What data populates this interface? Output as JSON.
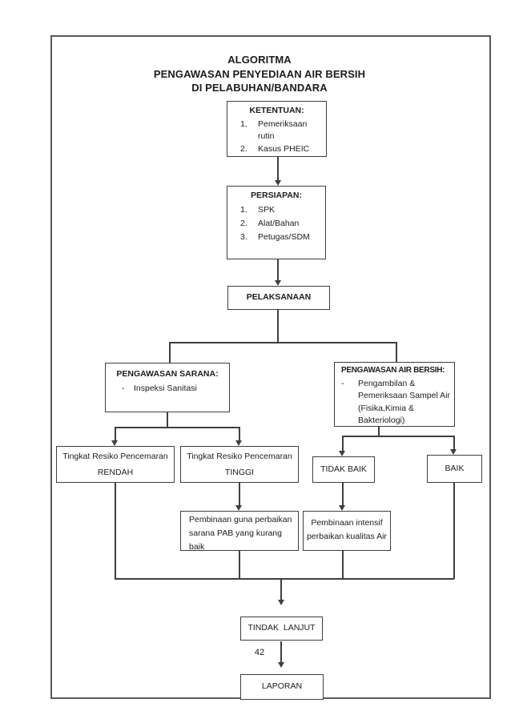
{
  "title": {
    "lines": [
      "ALGORITMA",
      "PENGAWASAN PENYEDIAAN AIR BERSIH",
      "DI PELABUHAN/BANDARA"
    ]
  },
  "page_number": "42",
  "nodes": {
    "ketentuan": {
      "heading": "KETENTUAN:",
      "items": [
        {
          "marker": "1.",
          "lines": [
            "Pemeriksaan",
            "rutin"
          ]
        },
        {
          "marker": "2.",
          "lines": [
            "Kasus PHEIC"
          ]
        }
      ]
    },
    "persiapan": {
      "heading": "PERSIAPAN:",
      "items": [
        {
          "marker": "1.",
          "lines": [
            "SPK"
          ]
        },
        {
          "marker": "2.",
          "lines": [
            "Alat/Bahan"
          ]
        },
        {
          "marker": "3.",
          "lines": [
            "Petugas/SDM"
          ]
        }
      ]
    },
    "pelaksanaan": {
      "label": "PELAKSANAAN"
    },
    "pengawasan_sarana": {
      "heading": "PENGAWASAN SARANA:",
      "items": [
        {
          "marker": "-",
          "lines": [
            "Inspeksi Sanitasi"
          ]
        }
      ]
    },
    "pengawasan_air_bersih": {
      "heading": "PENGAWASAN AIR BERSIH:",
      "items": [
        {
          "marker": "-",
          "lines": [
            "Pengambilan &",
            "Pemeriksaan Sampel Air",
            "(Fisika,Kimia &",
            "Bakteriologi)"
          ]
        }
      ]
    },
    "resiko_rendah": {
      "lines": [
        "Tingkat Resiko Pencemaran",
        "RENDAH"
      ]
    },
    "resiko_tinggi": {
      "lines": [
        "Tingkat Resiko Pencemaran",
        "TINGGI"
      ]
    },
    "tidak_baik": {
      "label": "TIDAK BAIK"
    },
    "baik": {
      "label": "BAIK"
    },
    "pembinaan_sarana": {
      "lines": [
        "Pembinaan guna perbaikan",
        "sarana PAB yang kurang",
        "baik"
      ]
    },
    "pembinaan_intensif": {
      "lines": [
        "Pembinaan intensif",
        "perbaikan kualitas Air"
      ]
    },
    "tindak_lanjut": {
      "label": "TINDAK LANJUT"
    },
    "laporan": {
      "label": "LAPORAN"
    }
  },
  "colors": {
    "line": "#3f3f3f",
    "box_border": "#3f3f3f",
    "page_border": "#595959",
    "text": "#1c1c1c",
    "background": "#ffffff"
  }
}
